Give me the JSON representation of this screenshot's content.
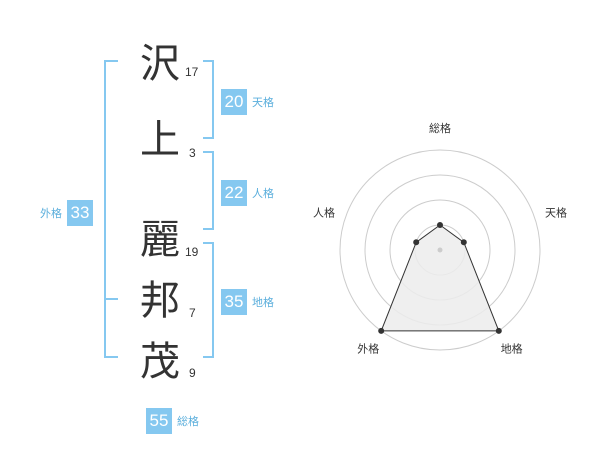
{
  "name": {
    "characters": [
      {
        "char": "沢",
        "strokes": "17"
      },
      {
        "char": "上",
        "strokes": "3"
      },
      {
        "char": "麗",
        "strokes": "19"
      },
      {
        "char": "邦",
        "strokes": "7"
      },
      {
        "char": "茂",
        "strokes": "9"
      }
    ]
  },
  "fortunes": {
    "tenkaku": {
      "value": "20",
      "label": "天格"
    },
    "jinkaku": {
      "value": "22",
      "label": "人格"
    },
    "chikaku": {
      "value": "35",
      "label": "地格"
    },
    "gaikaku": {
      "value": "33",
      "label": "外格"
    },
    "soukaku": {
      "value": "55",
      "label": "総格"
    }
  },
  "chart_data": {
    "type": "radar",
    "axes": [
      "総格",
      "天格",
      "地格",
      "外格",
      "人格"
    ],
    "values": [
      1,
      1,
      4,
      4,
      1
    ],
    "rmax": 4,
    "colors": {
      "ring": "#cccccc",
      "fill": "#ececec",
      "line": "#333333",
      "center": "#cccccc"
    }
  },
  "colors": {
    "accent": "#85c8f0",
    "bracket": "#85c8f0",
    "label": "#5aaedc"
  }
}
